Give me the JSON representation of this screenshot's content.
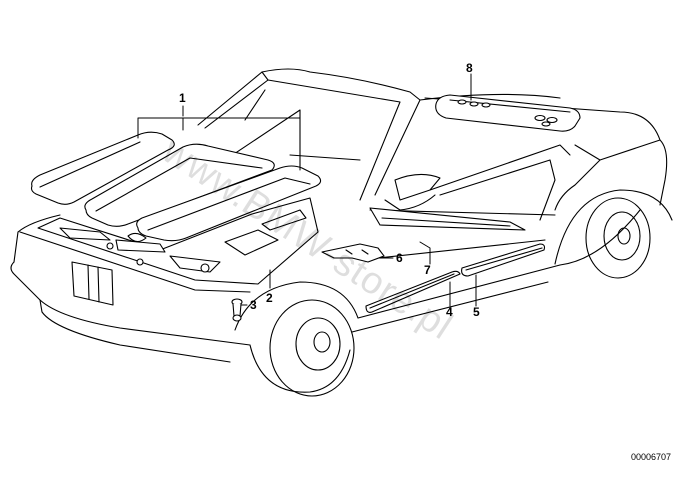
{
  "diagram": {
    "callouts": [
      "1",
      "2",
      "3",
      "4",
      "5",
      "6",
      "7",
      "8"
    ],
    "reference_number": "00006707",
    "watermark": "www.BMW-store.pl",
    "line_color": "#000000",
    "fill_color": "#ffffff"
  }
}
